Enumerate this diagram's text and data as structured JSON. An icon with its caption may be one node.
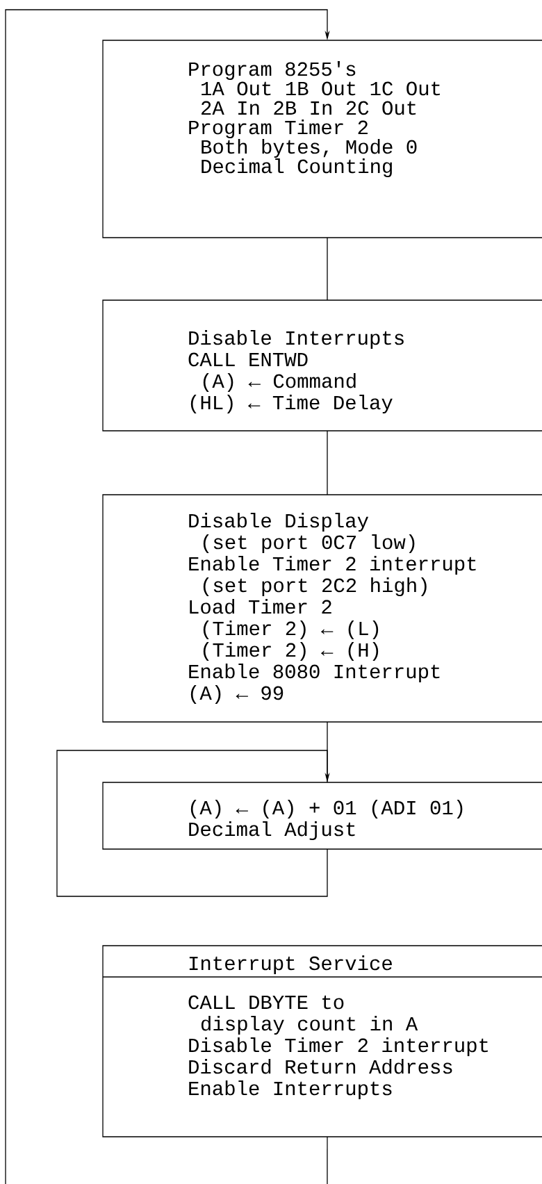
{
  "diagram": {
    "nodes": [
      {
        "text": [
          "Program 8255's",
          "1A Out 1B Out 1C Out",
          "2A In 2B In 2C Out",
          "Program Timer 2",
          "Both bytes, Mode 0",
          "Decimal Counting"
        ]
      },
      {
        "text": [
          "Disable Interrupts",
          "CALL ENTWD",
          "(A) ← Command",
          "(HL) ← Time Delay"
        ]
      },
      {
        "text": [
          "Disable Display",
          "(set port 0C7 low)",
          "Enable Timer 2 interrupt",
          "(set port 2C2 high)",
          "Load Timer 2",
          "(Timer 2) ← (L)",
          "(Timer 2) ← (H)",
          "Enable 8080 Interrupt",
          "(A) ← 99"
        ]
      },
      {
        "text": [
          "(A) ← (A) + 01 (ADI 01)",
          "Decimal Adjust"
        ]
      },
      {
        "text": [
          "Interrupt Service",
          "CALL DBYTE to",
          "display count in A",
          "Disable Timer 2 interrupt",
          "Discard Return Address",
          "Enable Interrupts"
        ]
      }
    ],
    "edges": [
      {
        "from": null,
        "to": 0,
        "arrow": "to"
      },
      {
        "from": 0,
        "to": 1,
        "arrow": "none"
      },
      {
        "from": 1,
        "to": 2,
        "arrow": "none"
      },
      {
        "from": 2,
        "to": 3,
        "arrow": "none"
      },
      {
        "from": 3,
        "to": 3,
        "arrow": "to"
      },
      {
        "from": 4,
        "to": null,
        "arrow": "none"
      }
    ]
  }
}
